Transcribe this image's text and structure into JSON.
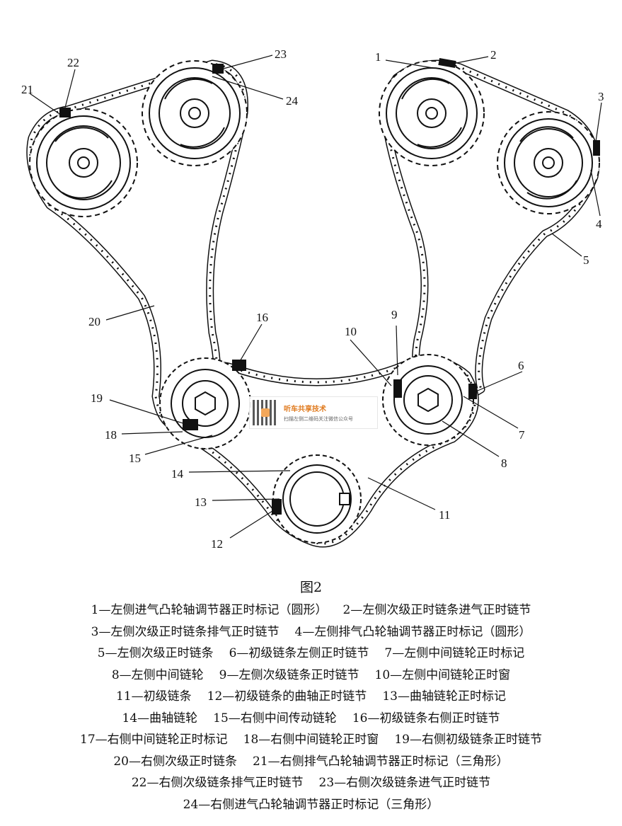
{
  "callouts": {
    "n1": "1",
    "n2": "2",
    "n3": "3",
    "n4": "4",
    "n5": "5",
    "n6": "6",
    "n7": "7",
    "n8": "8",
    "n9": "9",
    "n10": "10",
    "n11": "11",
    "n12": "12",
    "n13": "13",
    "n14": "14",
    "n15": "15",
    "n16": "16",
    "n18": "18",
    "n19": "19",
    "n20": "20",
    "n21": "21",
    "n22": "22",
    "n23": "23",
    "n24": "24"
  },
  "watermark": {
    "title": "听车共享技术",
    "subtitle": "扫描左侧二维码关注微信公众号"
  },
  "caption": {
    "figure_title": "图2",
    "legend": [
      [
        "1—左侧进气凸轮轴调节器正时标记（圆形）",
        "2—左侧次级正时链条进气正时链节"
      ],
      [
        "3—左侧次级正时链条排气正时链节",
        "4—左侧排气凸轮轴调节器正时标记（圆形）"
      ],
      [
        "5—左侧次级正时链条",
        "6—初级链条左侧正时链节",
        "7—左侧中间链轮正时标记"
      ],
      [
        "8—左侧中间链轮",
        "9—左侧次级链条正时链节",
        "10—左侧中间链轮正时窗"
      ],
      [
        "11—初级链条",
        "12—初级链条的曲轴正时链节",
        "13—曲轴链轮正时标记"
      ],
      [
        "14—曲轴链轮",
        "15—右侧中间传动链轮",
        "16—初级链条右侧正时链节"
      ],
      [
        "17—右侧中间链轮正时标记",
        "18—右侧中间链轮正时窗",
        "19—右侧初级链条正时链节"
      ],
      [
        "20—右侧次级正时链条",
        "21—右侧排气凸轮轴调节器正时标记（三角形）"
      ],
      [
        "22—右侧次级链条排气正时链节",
        "23—右侧次级链条进气正时链节"
      ],
      [
        "24—右侧进气凸轮轴调节器正时标记（三角形）"
      ]
    ]
  }
}
